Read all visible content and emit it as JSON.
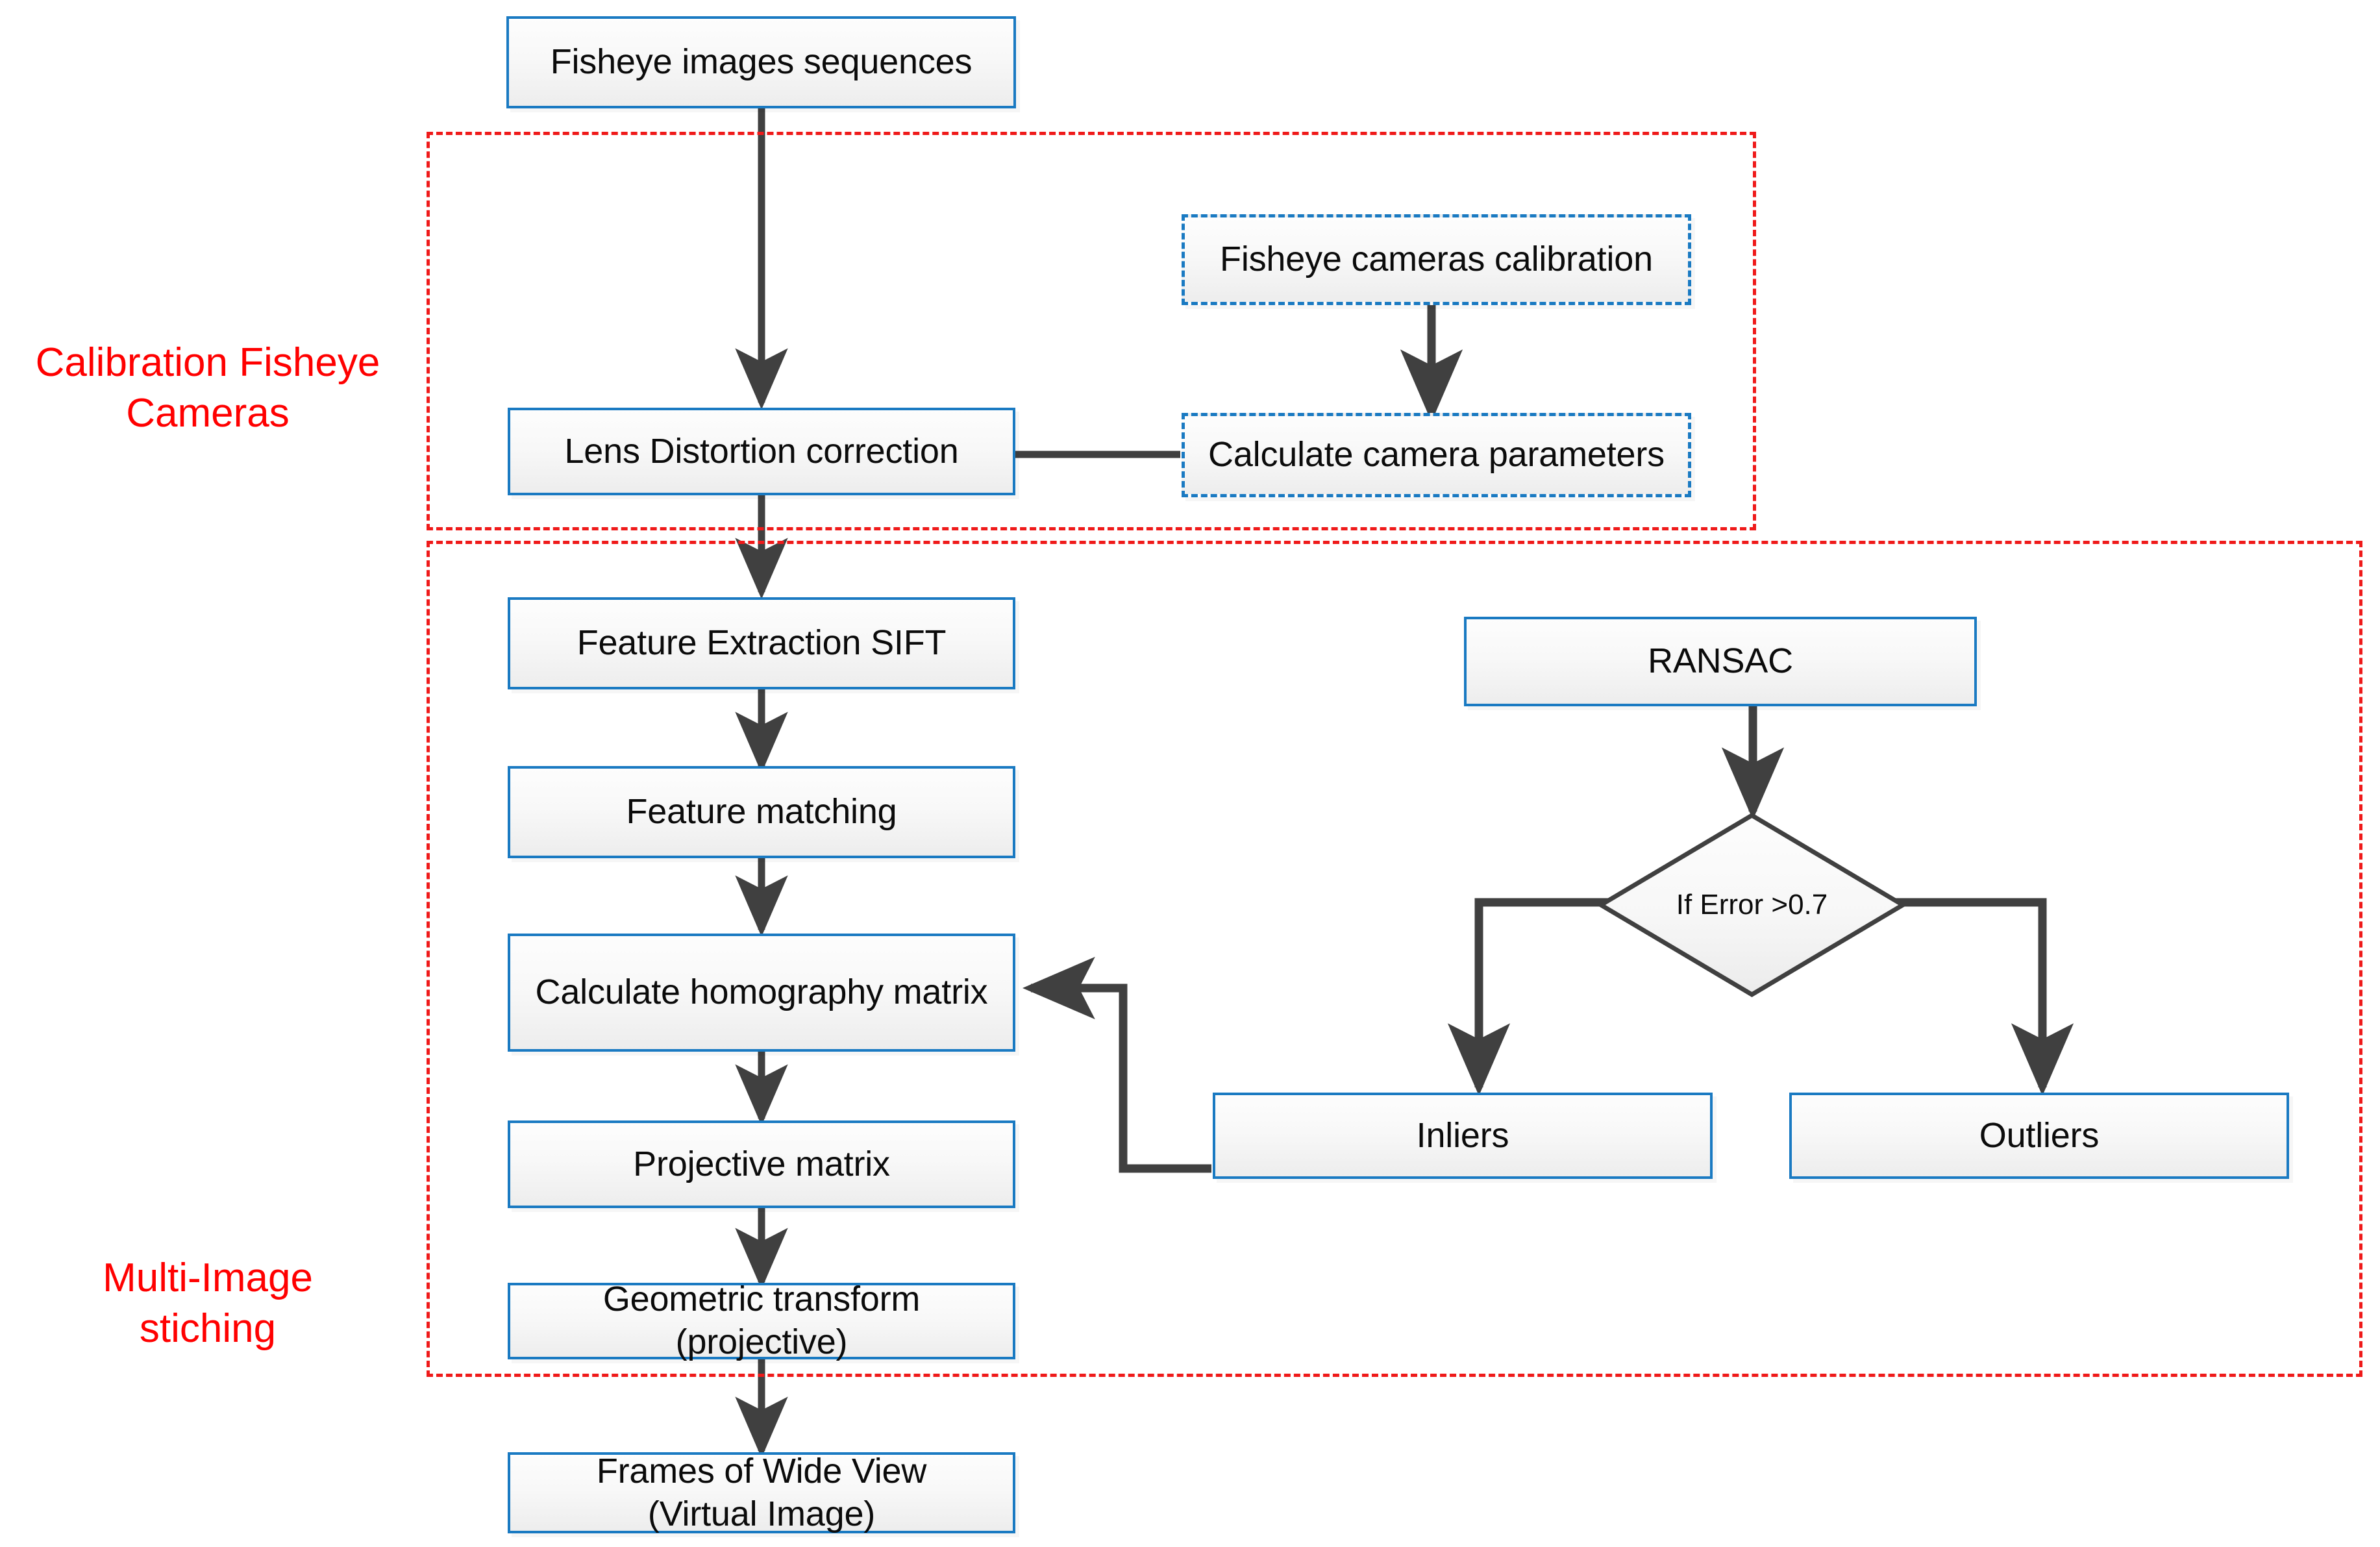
{
  "diagram": {
    "title": "Fisheye camera calibration and multi-image stitching pipeline",
    "accent_box_border": "#1a7ac2",
    "accent_group_border": "#ef1a1a",
    "group_label_color": "#ff0000",
    "connector_color": "#404040"
  },
  "groups": [
    {
      "id": "calibration",
      "label_line1": "Calibration Fisheye",
      "label_line2": "Cameras"
    },
    {
      "id": "stitching",
      "label_line1": "Multi-Image",
      "label_line2": "stiching"
    }
  ],
  "nodes": {
    "fisheye_images_sequences": {
      "label": "Fisheye images sequences",
      "shape": "process",
      "style": "solid"
    },
    "fisheye_cameras_calibration": {
      "label": "Fisheye cameras calibration",
      "shape": "process",
      "style": "dashed"
    },
    "calculate_camera_parameters": {
      "label": "Calculate camera parameters",
      "shape": "process",
      "style": "dashed"
    },
    "lens_distortion_correction": {
      "label": "Lens Distortion correction",
      "shape": "process",
      "style": "solid"
    },
    "feature_extraction_sift": {
      "label": "Feature Extraction SIFT",
      "shape": "process",
      "style": "solid"
    },
    "feature_matching": {
      "label": "Feature matching",
      "shape": "process",
      "style": "solid"
    },
    "calculate_homography_matrix": {
      "label": "Calculate homography matrix",
      "shape": "process",
      "style": "solid"
    },
    "projective_matrix": {
      "label": "Projective matrix",
      "shape": "process",
      "style": "solid"
    },
    "geometric_transform_line1": {
      "label": "Geometric transform",
      "shape": "process",
      "style": "solid"
    },
    "geometric_transform_line2": {
      "label": "(projective)"
    },
    "frames_wide_view_line1": {
      "label": "Frames of Wide View",
      "shape": "process",
      "style": "solid"
    },
    "frames_wide_view_line2": {
      "label": "(Virtual Image)"
    },
    "ransac": {
      "label": "RANSAC",
      "shape": "process",
      "style": "solid"
    },
    "if_error_decision": {
      "label": "If Error >0.7",
      "shape": "decision"
    },
    "inliers": {
      "label": "Inliers",
      "shape": "process",
      "style": "solid"
    },
    "outliers": {
      "label": "Outliers",
      "shape": "process",
      "style": "solid"
    }
  },
  "edges": [
    {
      "from": "fisheye_images_sequences",
      "to": "lens_distortion_correction",
      "kind": "straight-down"
    },
    {
      "from": "fisheye_cameras_calibration",
      "to": "calculate_camera_parameters",
      "kind": "straight-down"
    },
    {
      "from": "calculate_camera_parameters",
      "to": "lens_distortion_correction",
      "kind": "straight-left"
    },
    {
      "from": "lens_distortion_correction",
      "to": "feature_extraction_sift",
      "kind": "straight-down"
    },
    {
      "from": "feature_extraction_sift",
      "to": "feature_matching",
      "kind": "straight-down"
    },
    {
      "from": "feature_matching",
      "to": "calculate_homography_matrix",
      "kind": "straight-down"
    },
    {
      "from": "calculate_homography_matrix",
      "to": "projective_matrix",
      "kind": "straight-down"
    },
    {
      "from": "projective_matrix",
      "to": "geometric_transform",
      "kind": "straight-down"
    },
    {
      "from": "geometric_transform",
      "to": "frames_wide_view",
      "kind": "straight-down"
    },
    {
      "from": "ransac",
      "to": "if_error_decision",
      "kind": "straight-down"
    },
    {
      "from": "if_error_decision",
      "to": "inliers",
      "kind": "elbow-left-down"
    },
    {
      "from": "if_error_decision",
      "to": "outliers",
      "kind": "elbow-right-down"
    },
    {
      "from": "inliers",
      "to": "calculate_homography_matrix",
      "kind": "elbow-left-up"
    }
  ]
}
